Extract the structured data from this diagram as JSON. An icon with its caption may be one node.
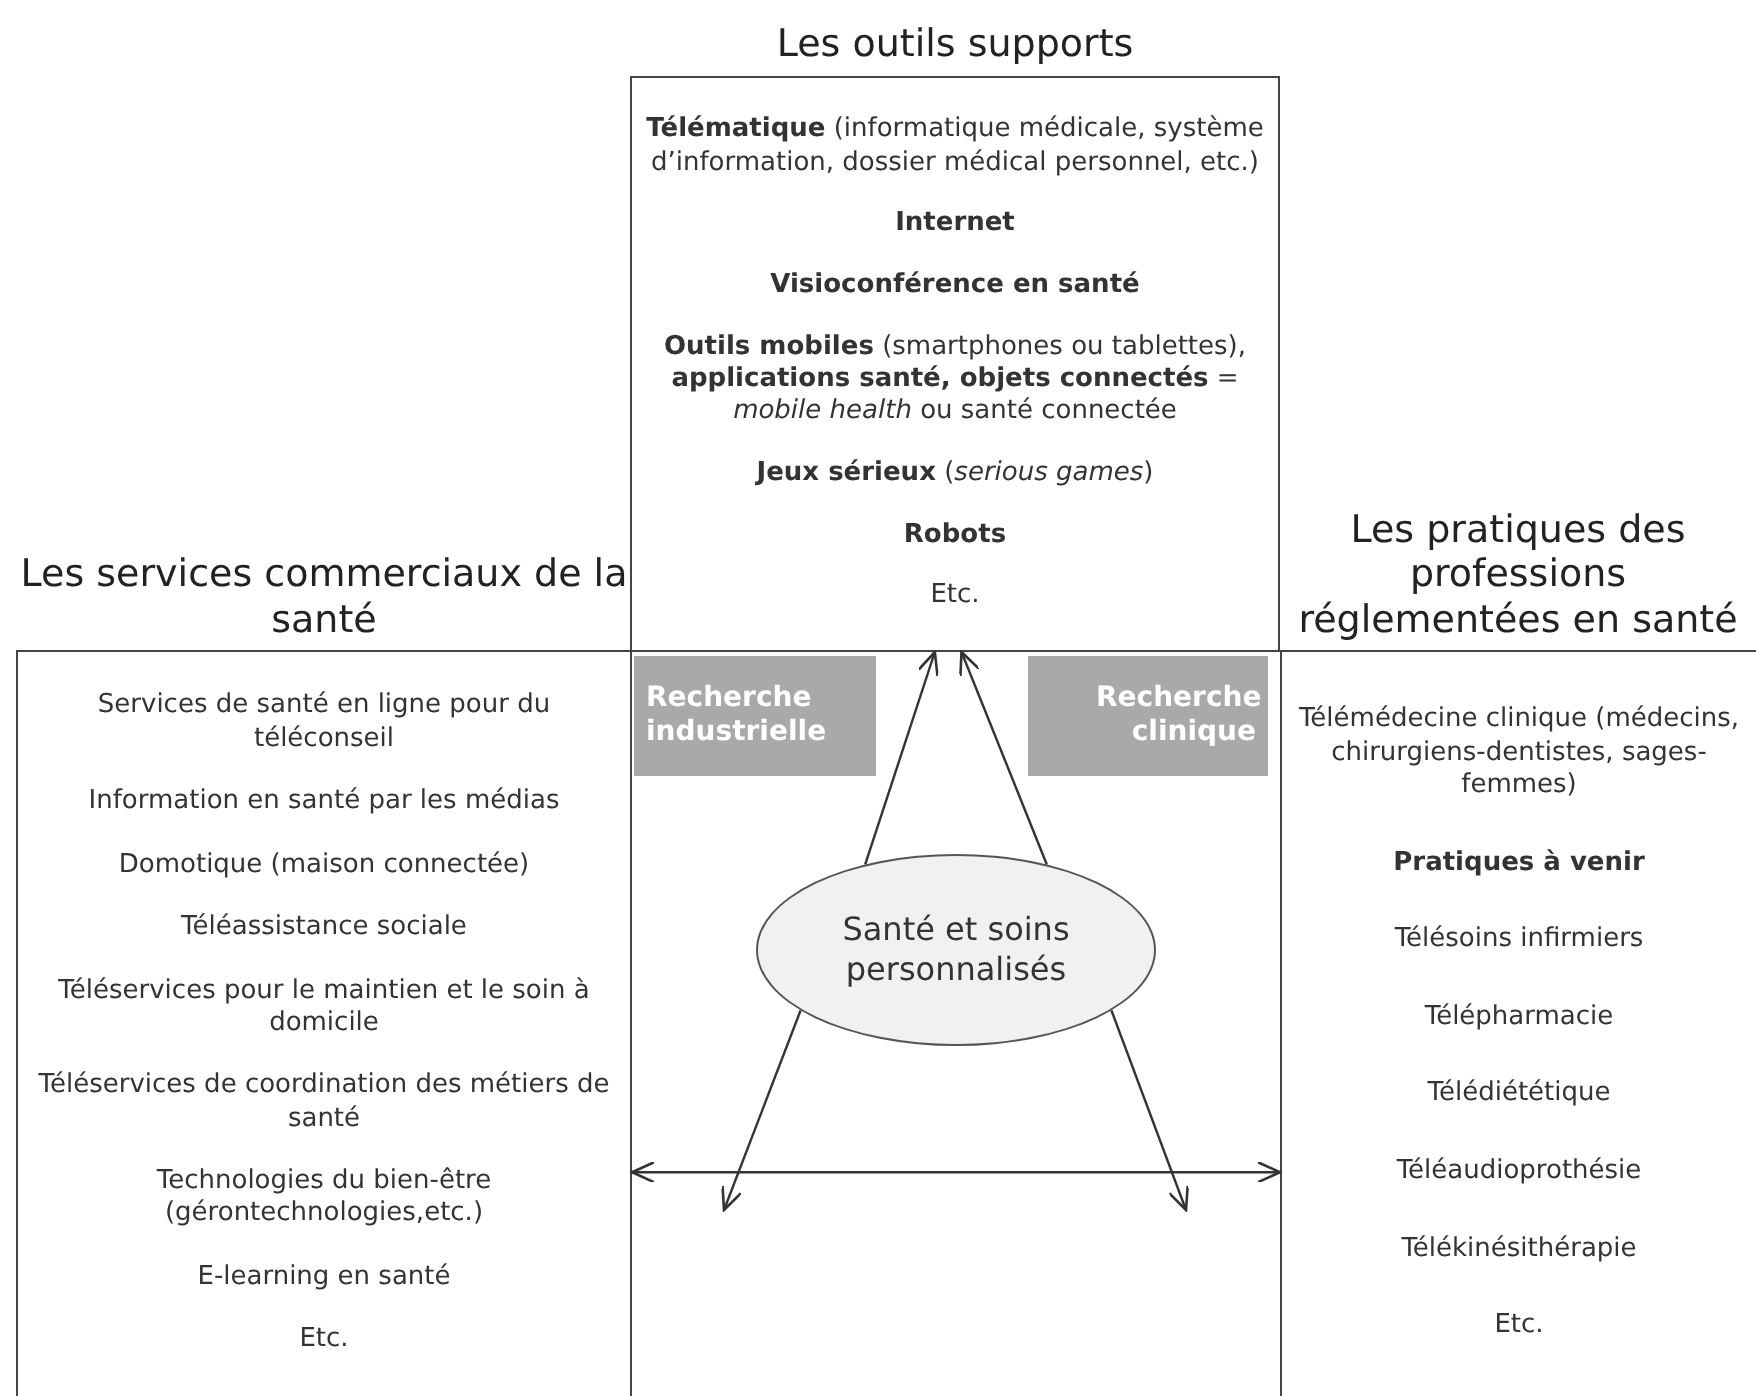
{
  "diagram": {
    "nodes": [
      {
        "text": [
          "Les outils supports",
          "**Télématique** (informatique médicale, système d’information, dossier médical personnel, etc.)",
          "Internet",
          "Visioconférence en santé",
          "**Outils mobiles** (smartphones ou tablettes), **applications santé, objets connectés** = *mobile health* ou santé connectée",
          "**Jeux sérieux** (*serious games*)",
          "Robots",
          "Etc."
        ]
      },
      {
        "text": [
          "Les services commerciaux de la santé",
          "Services de santé en ligne pour du téléconseil",
          "Information en santé par les médias",
          "Domotique (maison connectée)",
          "Téléassistance sociale",
          "Téléservices pour le maintien et le soin à domicile",
          "Téléservices de coordination des métiers de santé",
          "Technologies du bien-être (gérontechnologies,etc.)",
          "E-learning en santé",
          "Etc."
        ]
      },
      {
        "text": [
          "Les pratiques des professions réglementées en santé",
          "Télémédecine clinique (médecins, chirurgiens-dentistes, sages-femmes)",
          "Pratiques à venir",
          "Télésoins infirmiers",
          "Télépharmacie",
          "Télédiététique",
          "Téléaudioprothésie",
          "Télékinésithérapie",
          "Etc."
        ]
      },
      {
        "text": [
          "Recherche industrielle"
        ]
      },
      {
        "text": [
          "Recherche clinique"
        ]
      },
      {
        "text": [
          "Santé et soins personnalisés"
        ]
      }
    ],
    "edges": [
      {
        "from": 5,
        "to": 0,
        "arrow": "to"
      },
      {
        "from": 5,
        "to": 0,
        "arrow": "to"
      },
      {
        "from": 5,
        "to": null,
        "arrow": "to"
      },
      {
        "from": 5,
        "to": null,
        "arrow": "to"
      },
      {
        "from": 1,
        "to": 2,
        "arrow": "both"
      }
    ]
  }
}
